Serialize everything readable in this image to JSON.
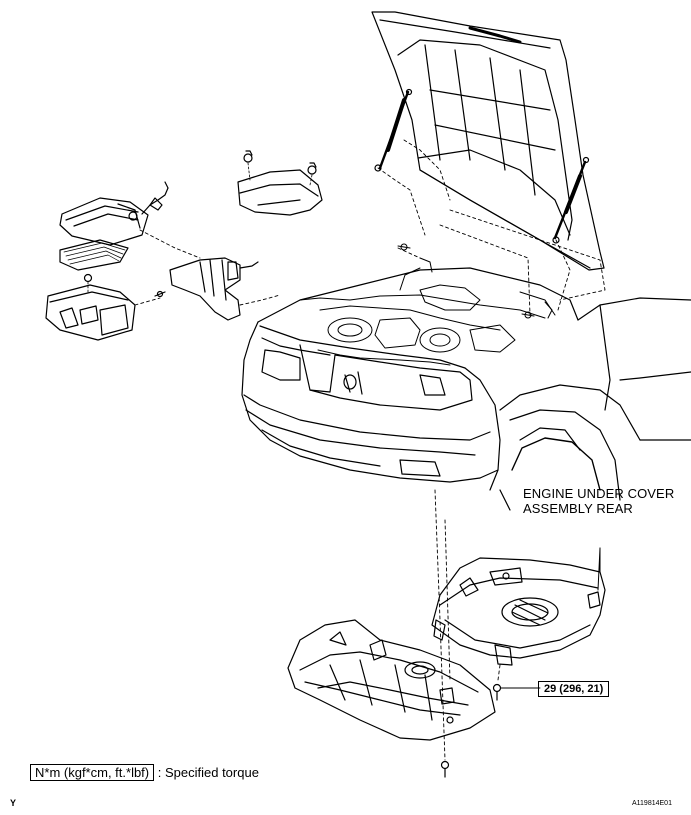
{
  "callouts": {
    "engine_under_cover_line1": "ENGINE UNDER COVER",
    "engine_under_cover_line2": "ASSEMBLY REAR"
  },
  "torque": {
    "value": "29 (296, 21)"
  },
  "legend": {
    "units": "N*m (kgf*cm, ft.*lbf)",
    "description": ": Specified torque"
  },
  "corner": {
    "left_mark": "Y",
    "figure_id": "A119814E01"
  }
}
